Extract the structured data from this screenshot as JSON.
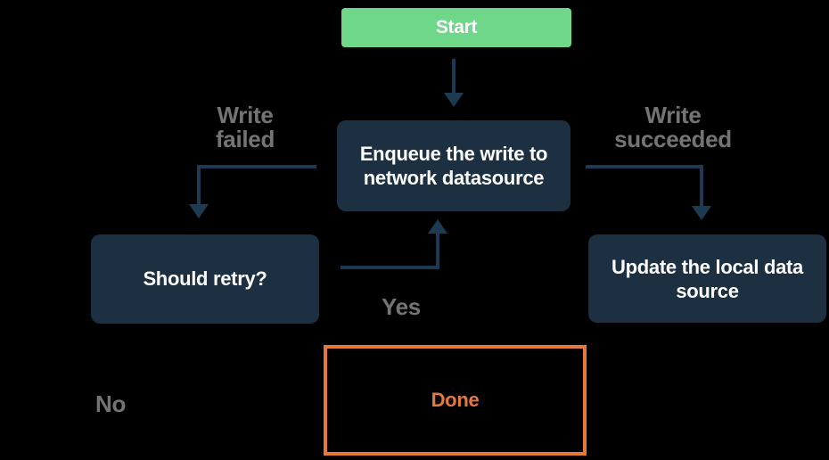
{
  "colors": {
    "background": "#000000",
    "node_green": "#6ED78A",
    "node_navy": "#1C3041",
    "connector": "#1E3A52",
    "label_gray": "#747474",
    "accent_orange": "#E5793C",
    "node_text": "#FCFCFC"
  },
  "nodes": {
    "start": {
      "label": "Start"
    },
    "enqueue": {
      "label": "Enqueue the write to network datasource"
    },
    "should_retry": {
      "label": "Should retry?"
    },
    "update_local": {
      "label": "Update the local data source"
    },
    "done": {
      "label": "Done"
    }
  },
  "edge_labels": {
    "write_failed": "Write failed",
    "write_succeeded": "Write succeeded",
    "yes": "Yes",
    "no": "No"
  }
}
